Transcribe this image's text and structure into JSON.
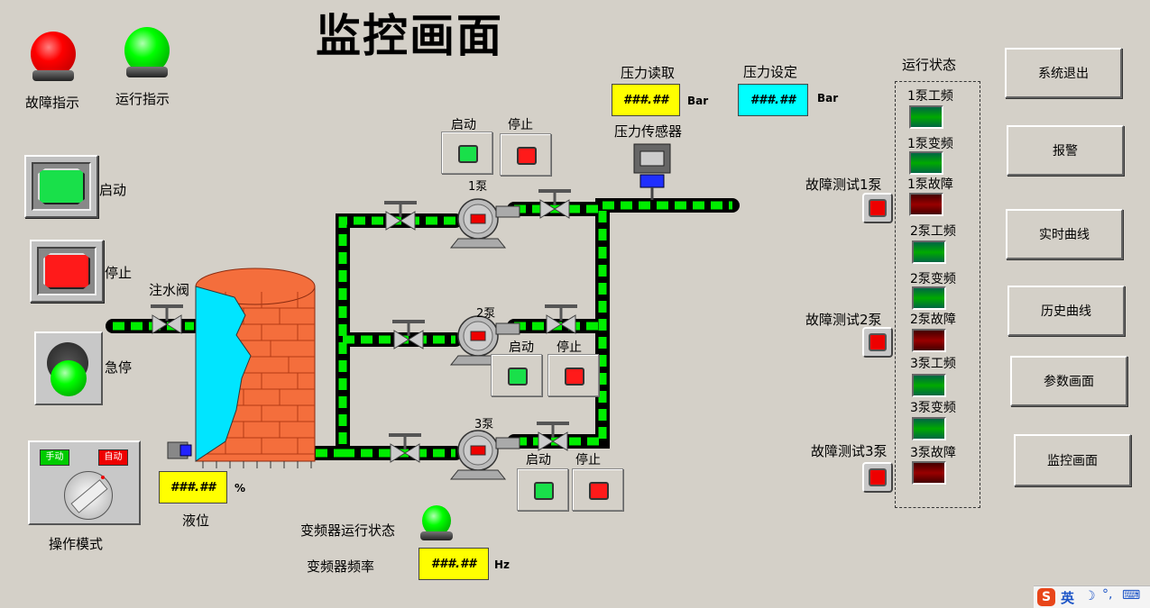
{
  "title": "监控画面",
  "indicators": {
    "fault": "故障指示",
    "run": "运行指示"
  },
  "controls": {
    "start": "启动",
    "stop": "停止",
    "estop": "急停",
    "mode": "操作模式",
    "manual": "手动",
    "auto": "自动"
  },
  "tank": {
    "valve": "注水阀",
    "level_value": "###.##",
    "level_unit": "%",
    "level_label": "液位"
  },
  "pressure": {
    "read_label": "压力读取",
    "read_value": "###.##",
    "read_unit": "Bar",
    "set_label": "压力设定",
    "set_value": "###.##",
    "set_unit": "Bar",
    "sensor_label": "压力传感器"
  },
  "pumps": [
    {
      "name": "1泵",
      "start": "启动",
      "stop": "停止"
    },
    {
      "name": "2泵",
      "start": "启动",
      "stop": "停止"
    },
    {
      "name": "3泵",
      "start": "启动",
      "stop": "停止"
    }
  ],
  "vfd": {
    "status_label": "变频器运行状态",
    "freq_label": "变频器频率",
    "freq_value": "###.##",
    "freq_unit": "Hz"
  },
  "fault_tests": [
    "故障测试1泵",
    "故障测试2泵",
    "故障测试3泵"
  ],
  "run_status": {
    "title": "运行状态",
    "items": [
      {
        "label": "1泵工频",
        "state": "green"
      },
      {
        "label": "1泵变频",
        "state": "green"
      },
      {
        "label": "1泵故障",
        "state": "red"
      },
      {
        "label": "2泵工频",
        "state": "green"
      },
      {
        "label": "2泵变频",
        "state": "green"
      },
      {
        "label": "2泵故障",
        "state": "red"
      },
      {
        "label": "3泵工频",
        "state": "green"
      },
      {
        "label": "3泵变频",
        "state": "green"
      },
      {
        "label": "3泵故障",
        "state": "red"
      }
    ]
  },
  "nav": [
    "系统退出",
    "报警",
    "实时曲线",
    "历史曲线",
    "参数画面",
    "监控画面"
  ],
  "taskbar": {
    "ime": "英"
  }
}
